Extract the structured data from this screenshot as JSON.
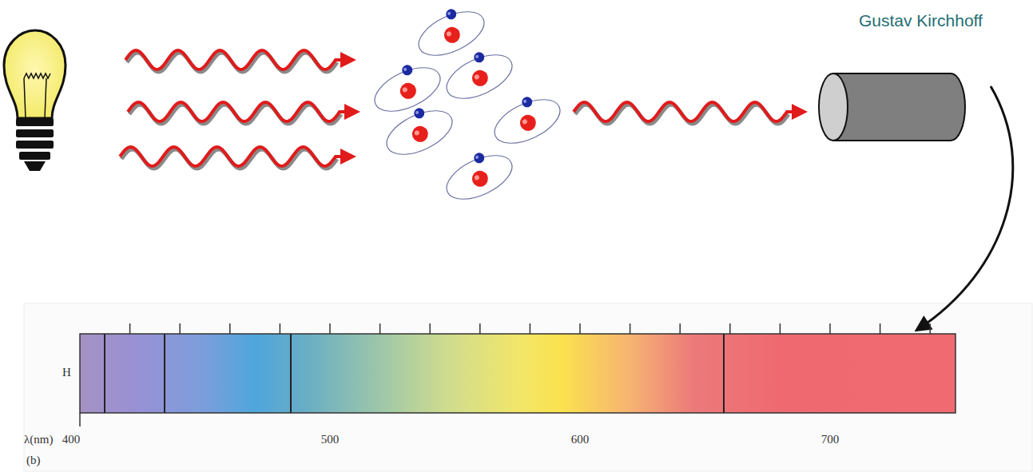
{
  "diagram": {
    "labels": [
      "Gustav Kirchhoff",
      "H",
      "λ(nm)",
      "400",
      "500",
      "600",
      "700",
      "(b)"
    ]
  }
}
